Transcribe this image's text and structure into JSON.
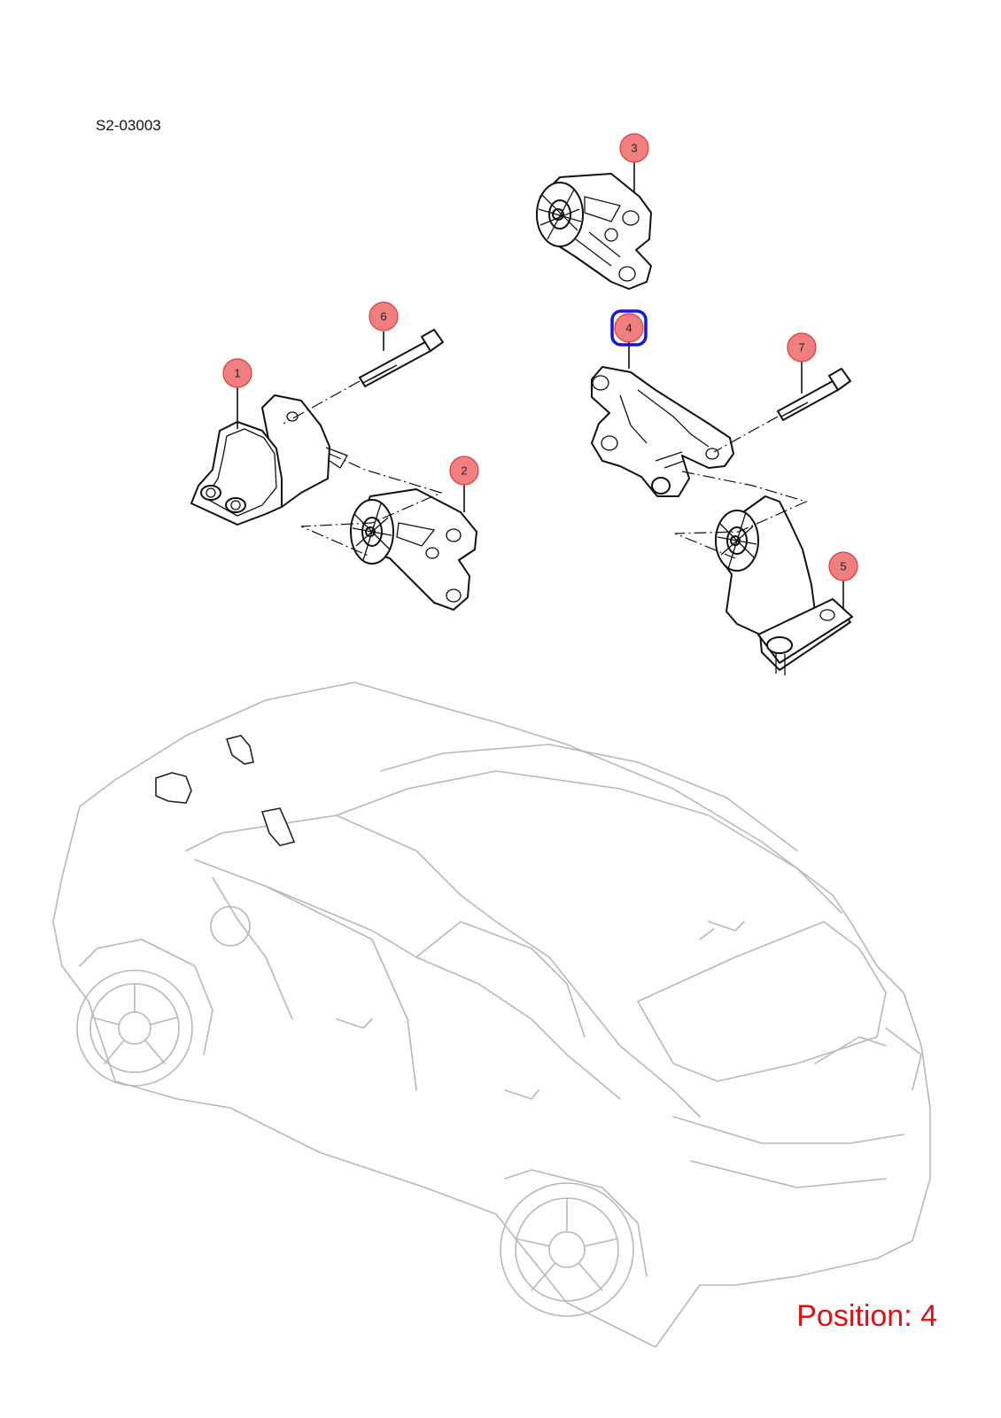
{
  "diagram": {
    "code": "S2-03003",
    "position_text": "Position: 4",
    "colors": {
      "callout_fill": "#f08080",
      "callout_stroke": "#e03a3a",
      "selected_outline": "#1515e0",
      "position_text": "#e01010",
      "car_outline": "#b8b8b8"
    },
    "selected_callout": "4",
    "callouts": [
      {
        "number": "1"
      },
      {
        "number": "2"
      },
      {
        "number": "3"
      },
      {
        "number": "4"
      },
      {
        "number": "5"
      },
      {
        "number": "6"
      },
      {
        "number": "7"
      }
    ]
  }
}
